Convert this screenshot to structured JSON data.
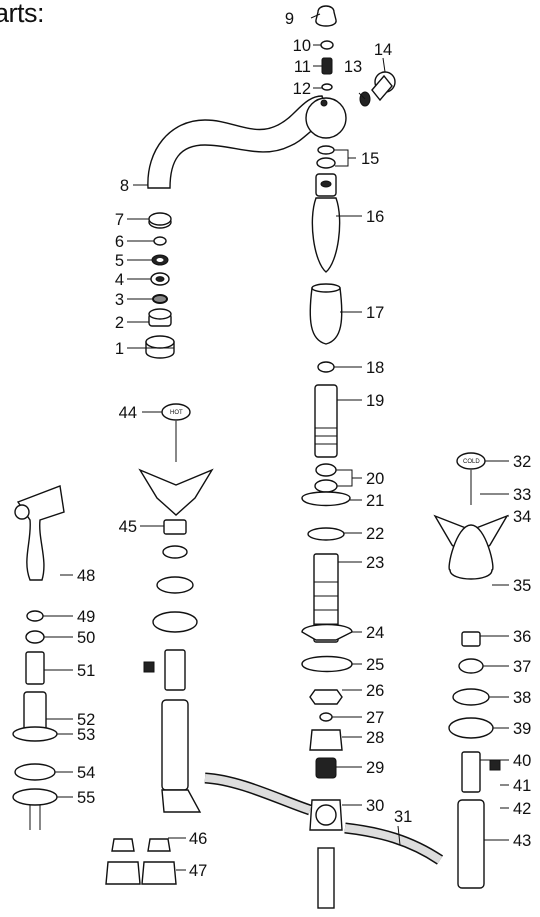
{
  "heading": "arts:",
  "hot_cap_text": "HOT",
  "cold_cap_text": "COLD",
  "callouts": [
    "9",
    "10",
    "11",
    "12",
    "13",
    "14",
    "15",
    "8",
    "16",
    "7",
    "6",
    "5",
    "4",
    "3",
    "2",
    "17",
    "1",
    "18",
    "19",
    "44",
    "20",
    "21",
    "22",
    "32",
    "33",
    "23",
    "34",
    "45",
    "35",
    "48",
    "24",
    "49",
    "36",
    "25",
    "50",
    "37",
    "26",
    "51",
    "38",
    "27",
    "28",
    "52",
    "39",
    "29",
    "40",
    "53",
    "41",
    "30",
    "42",
    "54",
    "31",
    "43",
    "55",
    "46",
    "47"
  ]
}
